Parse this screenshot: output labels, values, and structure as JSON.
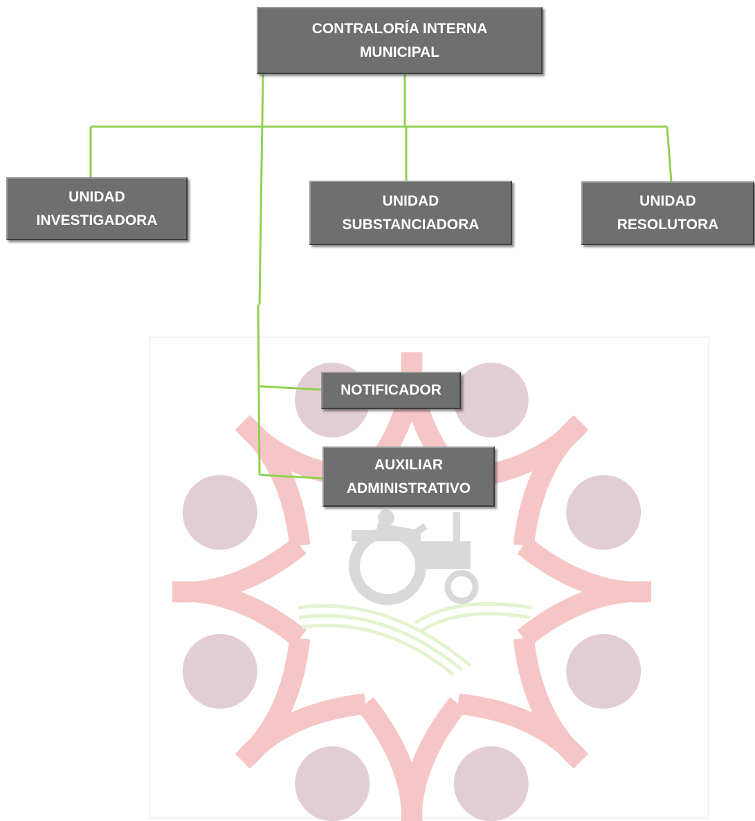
{
  "colors": {
    "box_fill": "#6f6f6f",
    "box_text": "#ffffff",
    "connector": "#8fd14f",
    "watermark_petals": "#f6c6c6",
    "watermark_circles": "#e2cdd5",
    "watermark_tractor": "#d9d9d9",
    "watermark_field": "#e3f3cf"
  },
  "org_chart": {
    "head": {
      "line1": "CONTRALORÍA INTERNA",
      "line2": "MUNICIPAL"
    },
    "units": [
      {
        "line1": "UNIDAD",
        "line2": "INVESTIGADORA"
      },
      {
        "line1": "UNIDAD",
        "line2": "SUBSTANCIADORA"
      },
      {
        "line1": "UNIDAD",
        "line2": "RESOLUTORA"
      }
    ],
    "staff": [
      {
        "line1": "NOTIFICADOR"
      },
      {
        "line1": "AUXILIAR",
        "line2": "ADMINISTRATIVO"
      }
    ]
  },
  "watermark": {
    "icon": "municipal-emblem-icon"
  }
}
